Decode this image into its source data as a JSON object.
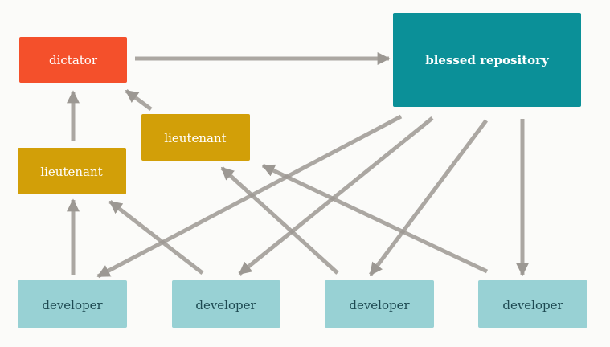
{
  "colors": {
    "dictator": "#f4502b",
    "dictator_text": "#ffffff",
    "lieutenant": "#d29f08",
    "lieutenant_text": "#ffffff",
    "blessed": "#0b9098",
    "blessed_text": "#ffffff",
    "developer": "#98d1d4",
    "developer_text": "#1e4a52",
    "arrow": "#9c9893"
  },
  "nodes": {
    "dictator": {
      "label": "dictator"
    },
    "blessed_repository": {
      "label": "blessed repository"
    },
    "lieutenant_left": {
      "label": "lieutenant"
    },
    "lieutenant_right": {
      "label": "lieutenant"
    },
    "developer_1": {
      "label": "developer"
    },
    "developer_2": {
      "label": "developer"
    },
    "developer_3": {
      "label": "developer"
    },
    "developer_4": {
      "label": "developer"
    }
  }
}
